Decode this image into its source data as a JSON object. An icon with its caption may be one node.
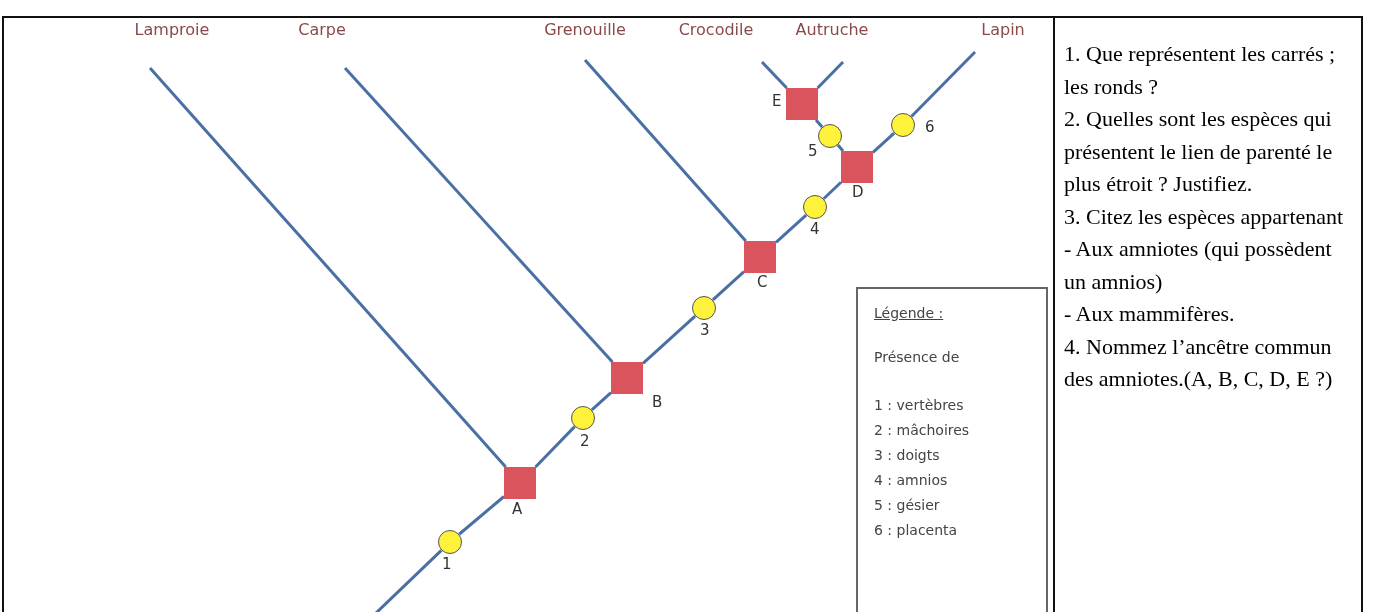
{
  "diagram": {
    "nodes": [
      {
        "text": [
          "Lamproie"
        ]
      },
      {
        "text": [
          "Carpe"
        ]
      },
      {
        "text": [
          "Grenouille"
        ]
      },
      {
        "text": [
          "Crocodile"
        ]
      },
      {
        "text": [
          "Autruche"
        ]
      },
      {
        "text": [
          "Lapin"
        ]
      },
      {
        "text": [],
        "shape": "box",
        "beside": [
          "E"
        ]
      },
      {
        "text": [],
        "shape": "circle",
        "beside": [
          "5"
        ]
      },
      {
        "text": [],
        "shape": "circle",
        "beside": [
          "6"
        ]
      },
      {
        "text": [],
        "shape": "box",
        "beside": [
          "D"
        ]
      },
      {
        "text": [],
        "shape": "circle",
        "beside": [
          "4"
        ]
      },
      {
        "text": [],
        "shape": "box",
        "beside": [
          "C"
        ]
      },
      {
        "text": [],
        "shape": "circle",
        "beside": [
          "3"
        ]
      },
      {
        "text": [],
        "shape": "box",
        "beside": [
          "B"
        ]
      },
      {
        "text": [],
        "shape": "circle",
        "beside": [
          "2"
        ]
      },
      {
        "text": [],
        "shape": "box",
        "beside": [
          "A"
        ]
      },
      {
        "text": [],
        "shape": "circle",
        "beside": [
          "1"
        ]
      }
    ],
    "edges": [
      {
        "from": null,
        "to": 16,
        "arrow": "none"
      },
      {
        "from": 16,
        "to": 15,
        "arrow": "none"
      },
      {
        "from": 15,
        "to": 14,
        "arrow": "none"
      },
      {
        "from": 14,
        "to": 13,
        "arrow": "none"
      },
      {
        "from": 13,
        "to": 12,
        "arrow": "none"
      },
      {
        "from": 12,
        "to": 11,
        "arrow": "none"
      },
      {
        "from": 11,
        "to": 10,
        "arrow": "none"
      },
      {
        "from": 10,
        "to": 9,
        "arrow": "none"
      },
      {
        "from": 9,
        "to": 8,
        "arrow": "none"
      },
      {
        "from": 8,
        "to": 5,
        "arrow": "none"
      },
      {
        "from": 9,
        "to": 7,
        "arrow": "none"
      },
      {
        "from": 7,
        "to": 6,
        "arrow": "none"
      },
      {
        "from": 6,
        "to": 3,
        "arrow": "none"
      },
      {
        "from": 6,
        "to": 4,
        "arrow": "none"
      },
      {
        "from": 15,
        "to": 0,
        "arrow": "none"
      },
      {
        "from": 13,
        "to": 1,
        "arrow": "none"
      },
      {
        "from": 11,
        "to": 2,
        "arrow": "none"
      }
    ],
    "labels": [
      "Légende :",
      "Présence de",
      "1 : vertèbres",
      "2 : mâchoires",
      "3 : doigts",
      "4 : amnios",
      "5 : gésier",
      "6 : placenta",
      "1. Que représentent les carrés ; les ronds ?",
      "2. Quelles sont les espèces qui présentent le lien de parenté le plus étroit ? Justifiez.",
      "3. Citez les espèces appartenant",
      "- Aux amniotes (qui possèdent un amnios)",
      "- Aux mammifères.",
      "4. Nommez l’ancêtre commun des amniotes.(A, B, C, D, E ?)"
    ]
  }
}
